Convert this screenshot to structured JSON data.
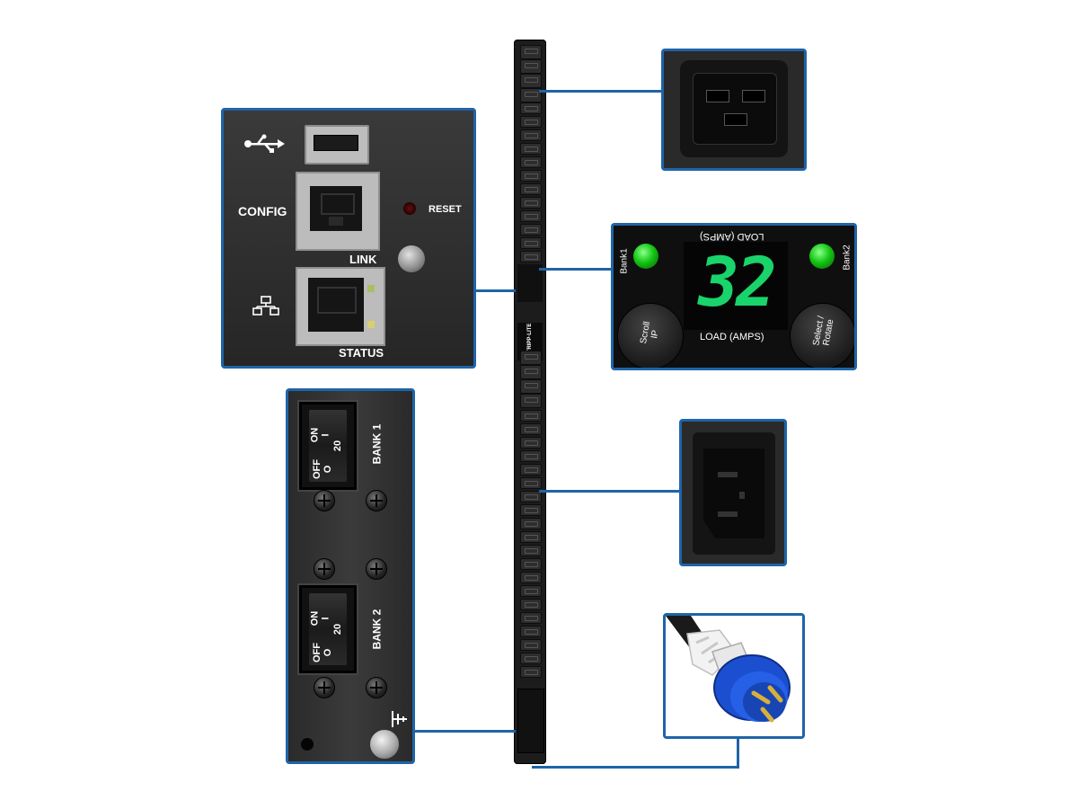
{
  "io_panel": {
    "config_label": "CONFIG",
    "reset_label": "RESET",
    "link_label": "LINK",
    "status_label": "STATUS"
  },
  "display_panel": {
    "header_text": "LOAD (AMPS)",
    "bank1_label": "Bank1",
    "bank2_label": "Bank2",
    "reading": "32",
    "footer_text": "LOAD (AMPS)",
    "left_button_label": "Scroll\nIP",
    "right_button_label": "Select /\nRotate",
    "digit_color": "#19d36b",
    "led_color": "#14c814"
  },
  "breaker_panel": {
    "bank1_label": "BANK 1",
    "bank2_label": "BANK 2",
    "on_label": "ON\nI",
    "off_label": "OFF\nO",
    "rating": "20"
  },
  "pdu": {
    "brand": "TRIPP·LITE"
  },
  "colors": {
    "frame": "#1f64a8",
    "plug_body": "#f2f2f2",
    "plug_cap": "#1b4fd0"
  }
}
